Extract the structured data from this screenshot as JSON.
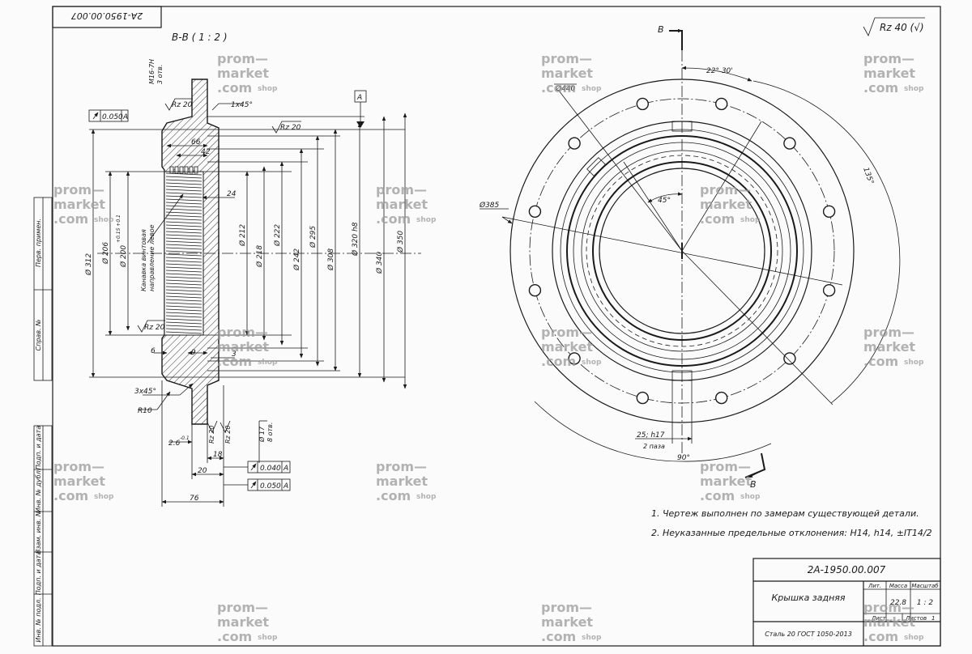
{
  "document": {
    "code_top": "2A-1950.00.007",
    "section_title": "В-В ( 1 : 2 )",
    "roughness_general": "Rz 40 (√)",
    "view_mark": "В",
    "datum_mark": "А"
  },
  "section_labels": {
    "thread_top": "М16-7Н",
    "thread_count": "3 отв.",
    "rz20_a": "Rz 20",
    "chamfer_top": "1х45°",
    "rz20_b": "Rz 20",
    "tol_runout_1": "0.050",
    "tol_datum_1": "А",
    "dim_66": "66",
    "dim_42": "42",
    "dim_24": "24",
    "dia_312": "Ø 312",
    "dia_206": "Ø 206",
    "dia_200": "Ø 200",
    "dia_200_tol": "+0.15 +0.1",
    "groove_note_1": "Канавка винтовая",
    "groove_note_2": "направление левое",
    "dia_212": "Ø 212",
    "dia_218": "Ø 218",
    "dia_222": "Ø 222",
    "dia_242": "Ø 242",
    "dia_295": "Ø 295",
    "dia_308": "Ø 308",
    "dia_320": "Ø 320 h8",
    "dia_340": "Ø 340",
    "dia_350": "Ø 350",
    "rz20_c": "Rz 20",
    "dim_6": "6",
    "dim_9": "9",
    "dim_3": "3",
    "chamfer_bottom": "3х45°",
    "radius": "R10",
    "dim_26": "2.6",
    "dim_26_tol": "-0.1",
    "rz20_d": "Rz 20",
    "rz20_e": "Rz 20",
    "dia_17": "Ø 17",
    "holes_8": "8 отв.",
    "dim_18": "18",
    "dim_20": "20",
    "dim_76": "76",
    "tol_runout_2": "0.040",
    "tol_datum_2": "А",
    "tol_runout_3": "0.050",
    "tol_datum_3": "А"
  },
  "plan_labels": {
    "angle_22": "22° 30'",
    "dia_440": "Ø440",
    "angle_135": "135°",
    "angle_45": "45°",
    "dia_385": "Ø385",
    "slot_size": "25; h17",
    "slot_count": "2 паза",
    "angle_90": "90°"
  },
  "notes": [
    "1.  Чертеж выполнен по замерам существующей детали.",
    "2.  Неуказанные предельные отклонения: Н14, h14, ±IT14/2"
  ],
  "side_stamp": [
    "Перв. примен.",
    "Справ. №",
    "Подп. и дата",
    "Инв. № дубл.",
    "Взам. инв. №",
    "Подп. и дата",
    "Инв. № подл."
  ],
  "title_block": {
    "code": "2А-1950.00.007",
    "name": "Крышка задняя",
    "material": "Сталь 20 ГОСТ 1050-2013",
    "col_lit": "Лит.",
    "col_mass": "Масса",
    "col_scale": "Масштаб",
    "mass": "22.8",
    "scale": "1 : 2",
    "sheet_label": "Лист",
    "sheets_label": "Листов",
    "sheets": "1"
  },
  "watermark": {
    "line1": "prom—",
    "line2": "market",
    "line3": ".com",
    "shop": "shop"
  }
}
